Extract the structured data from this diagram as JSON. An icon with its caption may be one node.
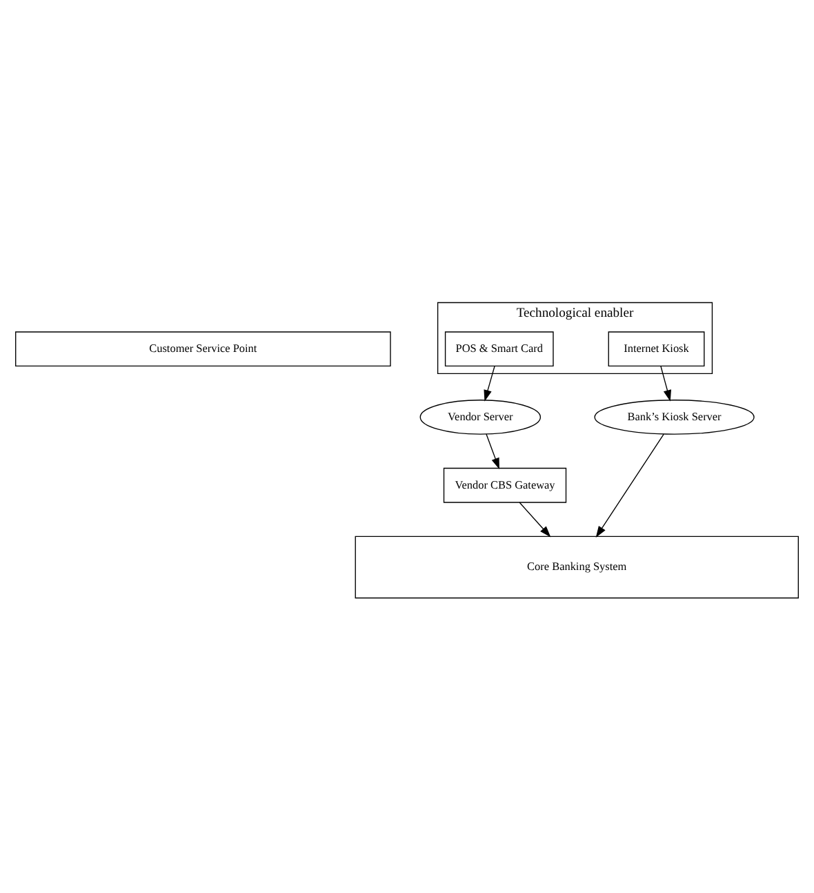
{
  "diagram": {
    "nodes": [
      {
        "text": [
          "Customer Service Point"
        ]
      },
      {
        "text": [
          "Technological enabler"
        ]
      },
      {
        "text": [
          "POS & Smart Card"
        ],
        "in": 1
      },
      {
        "text": [
          "Internet Kiosk"
        ],
        "in": 1
      },
      {
        "text": [
          "Vendor Server"
        ]
      },
      {
        "text": [
          "Bank’s Kiosk Server"
        ]
      },
      {
        "text": [
          "Vendor CBS Gateway"
        ]
      },
      {
        "text": [
          "Core Banking System"
        ]
      }
    ],
    "edges": [
      {
        "from": 2,
        "to": 4,
        "arrow": "to"
      },
      {
        "from": 3,
        "to": 5,
        "arrow": "to"
      },
      {
        "from": 4,
        "to": 6,
        "arrow": "to"
      },
      {
        "from": 6,
        "to": 7,
        "arrow": "to"
      },
      {
        "from": 5,
        "to": 7,
        "arrow": "to"
      }
    ]
  }
}
